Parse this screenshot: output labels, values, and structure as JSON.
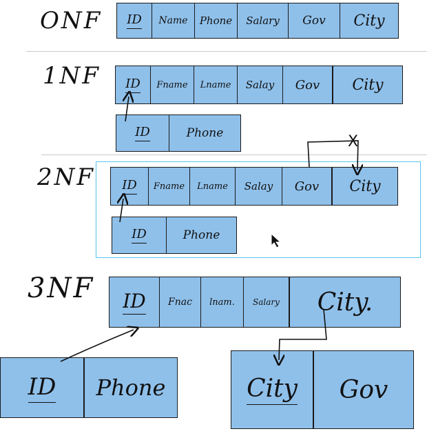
{
  "forms": {
    "nf0": {
      "label": "ONF",
      "table": [
        "ID",
        "Name",
        "Phone",
        "Salary",
        "Gov",
        "City"
      ]
    },
    "nf1": {
      "label": "1NF",
      "main": [
        "ID",
        "Fname",
        "Lname",
        "Salay",
        "Gov",
        "City"
      ],
      "phone": [
        "ID",
        "Phone"
      ]
    },
    "nf2": {
      "label": "2NF",
      "main": [
        "ID",
        "Fname",
        "Lname",
        "Salay",
        "Gov",
        "City"
      ],
      "phone": [
        "ID",
        "Phone"
      ]
    },
    "nf3": {
      "label": "3NF",
      "main": [
        "ID",
        "Fnac",
        "lnam.",
        "Salary",
        "City."
      ],
      "phone": [
        "ID",
        "Phone"
      ],
      "city": [
        "City",
        "Gov"
      ]
    }
  },
  "annotations": {
    "dependency_mark": "X"
  },
  "colors": {
    "cell_fill": "#8fc0ea",
    "selection_border": "#58c4f0",
    "ink": "#111111"
  }
}
